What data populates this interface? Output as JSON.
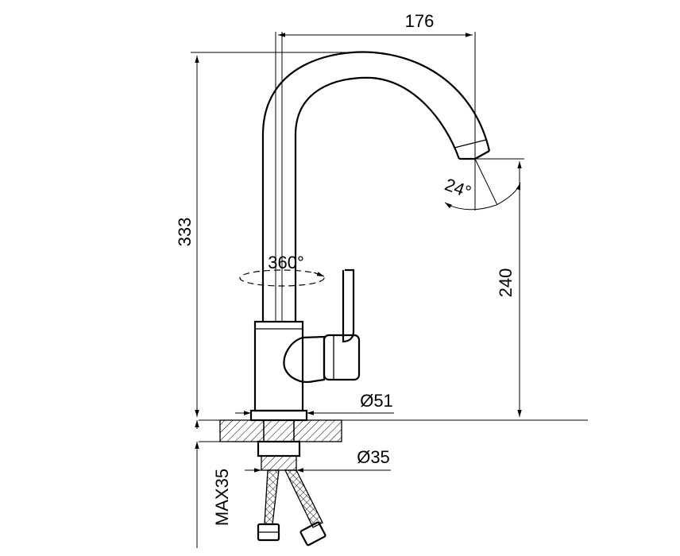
{
  "diagram": {
    "dimensions": {
      "spout_reach": "176",
      "total_height": "333",
      "spout_height": "240",
      "spout_angle": "24°",
      "rotation": "360°",
      "base_diameter": "Ø51",
      "shank_diameter": "Ø35",
      "max_counter_thickness": "MAX35"
    }
  }
}
